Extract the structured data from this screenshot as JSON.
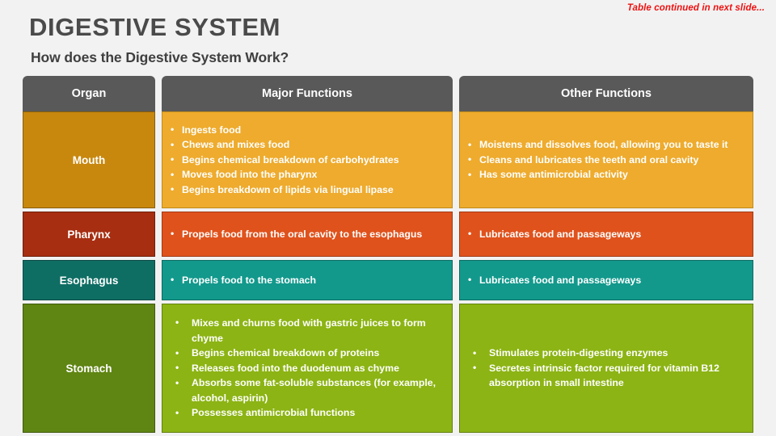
{
  "slide": {
    "title": "DIGESTIVE SYSTEM",
    "subtitle": "How does the Digestive System Work?",
    "continued_note": "Table continued in next slide...",
    "background_color": "#f2f2f2",
    "note_color": "#ee1111",
    "title_color": "#4a4a4a"
  },
  "table": {
    "headers": [
      {
        "label": "Organ",
        "key": "organ"
      },
      {
        "label": "Major Functions",
        "key": "major"
      },
      {
        "label": "Other Functions",
        "key": "other"
      }
    ],
    "header_bg": "#595959",
    "rows": [
      {
        "organ": "Mouth",
        "organ_bg": "#c8880e",
        "cell_bg": "#eeab2d",
        "major_functions": [
          "Ingests food",
          "Chews and mixes food",
          "Begins chemical breakdown of carbohydrates",
          "Moves food into the pharynx",
          "Begins breakdown of lipids via lingual lipase"
        ],
        "other_functions": [
          "Moistens and dissolves food, allowing you to taste it",
          "Cleans and lubricates the teeth and oral cavity",
          "Has some antimicrobial activity"
        ]
      },
      {
        "organ": "Pharynx",
        "organ_bg": "#a72e11",
        "cell_bg": "#e0521c",
        "major_functions": [
          "Propels food from the oral cavity to the esophagus"
        ],
        "other_functions": [
          "Lubricates food and passageways"
        ]
      },
      {
        "organ": "Esophagus",
        "organ_bg": "#0f6e64",
        "cell_bg": "#12998c",
        "major_functions": [
          "Propels food to the stomach"
        ],
        "other_functions": [
          "Lubricates food and passageways"
        ]
      },
      {
        "organ": "Stomach",
        "organ_bg": "#5f8512",
        "cell_bg": "#8cb414",
        "major_functions": [
          "Mixes and churns food with gastric juices to form chyme",
          "Begins chemical breakdown of proteins",
          "Releases food into the duodenum as chyme",
          "Absorbs some fat-soluble substances (for example, alcohol, aspirin)",
          "Possesses antimicrobial functions"
        ],
        "other_functions": [
          "Stimulates protein-digesting enzymes",
          "Secretes intrinsic factor required for vitamin B12 absorption in small intestine"
        ]
      }
    ]
  }
}
